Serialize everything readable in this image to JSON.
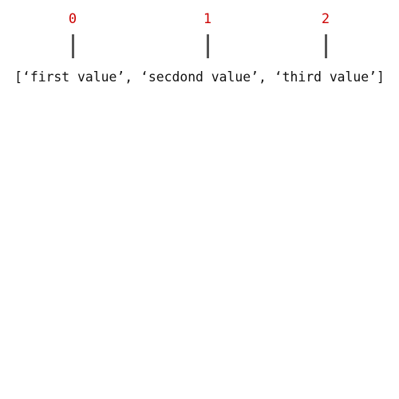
{
  "colors": {
    "index": "#cc0000",
    "marker": "#555555",
    "text": "#111111"
  },
  "indices": [
    "0",
    "1",
    "2"
  ],
  "array_text": "[‘first value’, ‘secdond value’, ‘third value’]"
}
